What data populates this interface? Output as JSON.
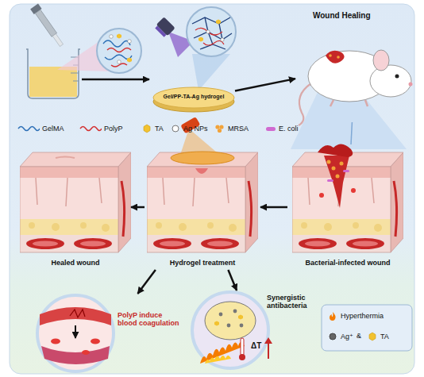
{
  "diagram": {
    "nodes": [
      {
        "text": [
          "Gel/PP-TA-Ag hydrogel"
        ]
      },
      {
        "text": [
          "Wound Healing"
        ]
      },
      {
        "text": [
          "Bacterial-infected wound"
        ]
      },
      {
        "text": [
          "Hydrogel treatment"
        ]
      },
      {
        "text": [
          "Healed wound"
        ]
      },
      {
        "text": [
          "PolyP induce blood coagulation"
        ]
      },
      {
        "text": [
          "Synergistic antibacteria",
          "ΔT"
        ]
      }
    ],
    "edges": [
      {
        "from": 0,
        "to": 1,
        "arrow": "to"
      },
      {
        "from": 1,
        "to": 2,
        "arrow": "none"
      },
      {
        "from": 2,
        "to": 3,
        "arrow": "to"
      },
      {
        "from": 3,
        "to": 4,
        "arrow": "to"
      },
      {
        "from": 3,
        "to": 5,
        "arrow": "to"
      },
      {
        "from": 3,
        "to": 6,
        "arrow": "to"
      }
    ],
    "labels": [
      "&"
    ],
    "legend": [
      {
        "text": "GelMA"
      },
      {
        "text": "PolyP"
      },
      {
        "text": "TA"
      },
      {
        "text": "Ag NPs"
      },
      {
        "text": "MRSA"
      },
      {
        "text": "E. coli"
      },
      {
        "text": "Hyperthermia"
      },
      {
        "text": "Ag⁺"
      },
      {
        "text": "TA"
      }
    ]
  }
}
